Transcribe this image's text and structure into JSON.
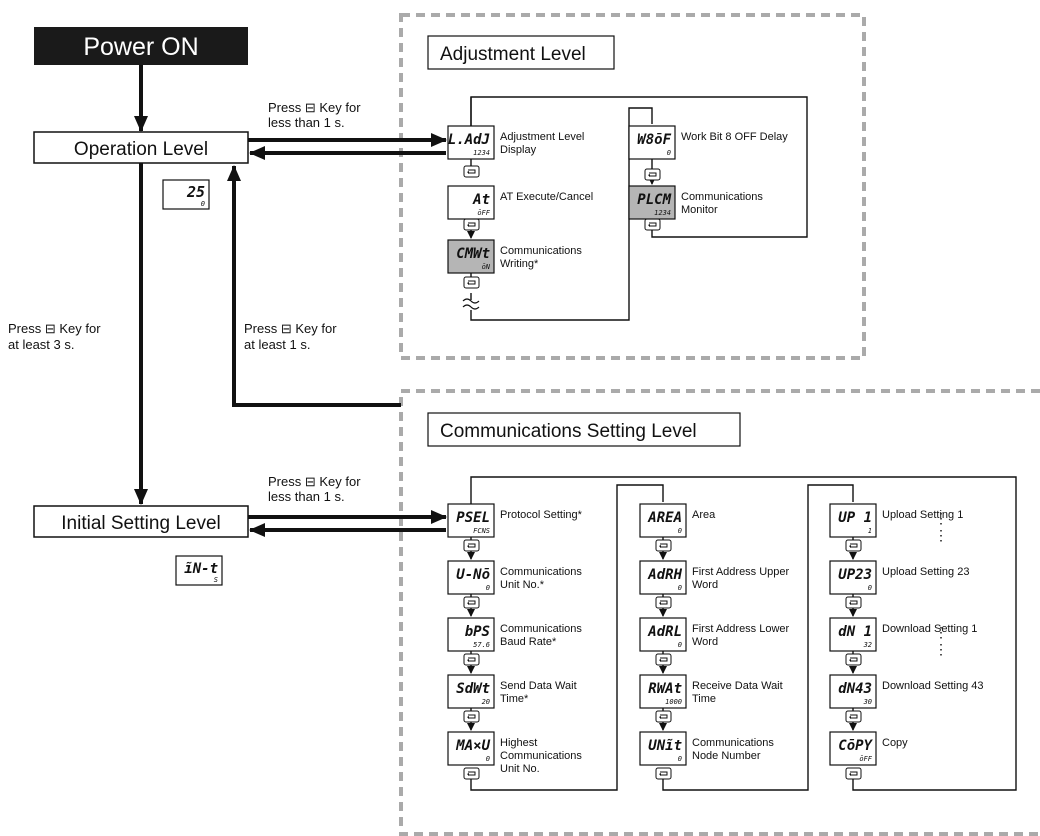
{
  "power_on": "Power ON",
  "levels": {
    "operation": "Operation Level",
    "initial": "Initial Setting Level",
    "adjustment": "Adjustment Level",
    "communications": "Communications Setting Level"
  },
  "operation_display": {
    "main": "25",
    "sub": "0"
  },
  "initial_display": {
    "main": "ĩN-t",
    "sub": "S"
  },
  "key_instructions": {
    "op_to_adj": {
      "l1": "Press ⊟ Key for",
      "l2": "less than 1 s."
    },
    "op_to_init": {
      "l1": "Press ⊟ Key for",
      "l2": "at least 3 s."
    },
    "to_op": {
      "l1": "Press ⊟ Key for",
      "l2": "at least 1 s."
    },
    "init_to_comm": {
      "l1": "Press ⊟ Key for",
      "l2": "less than 1 s."
    }
  },
  "adjustment_items": [
    {
      "main": "L.AdJ",
      "sub": "1234",
      "l1": "Adjustment Level",
      "l2": "Display",
      "gray": false
    },
    {
      "main": "At",
      "sub": "ōFF",
      "l1": "AT Execute/Cancel",
      "l2": "",
      "gray": false
    },
    {
      "main": "CMWt",
      "sub": "ōN",
      "l1": "Communications",
      "l2": "Writing*",
      "gray": true
    },
    {
      "main": "W8ōF",
      "sub": "0",
      "l1": "Work Bit 8 OFF Delay",
      "l2": "",
      "gray": false
    },
    {
      "main": "PLCM",
      "sub": "1234",
      "l1": "Communications",
      "l2": "Monitor",
      "gray": true
    }
  ],
  "comm_items": [
    {
      "main": "PSEL",
      "sub": "FCNS",
      "l1": "Protocol Setting*",
      "l2": "",
      "l3": ""
    },
    {
      "main": "U-Nō",
      "sub": "0",
      "l1": "Communications",
      "l2": "Unit No.*",
      "l3": ""
    },
    {
      "main": "bPS",
      "sub": "57.6",
      "l1": "Communications",
      "l2": "Baud Rate*",
      "l3": ""
    },
    {
      "main": "SdWt",
      "sub": "20",
      "l1": "Send Data Wait",
      "l2": "Time*",
      "l3": ""
    },
    {
      "main": "MA×U",
      "sub": "0",
      "l1": "Highest",
      "l2": "Communications",
      "l3": "Unit No."
    },
    {
      "main": "AREA",
      "sub": "0",
      "l1": "Area",
      "l2": "",
      "l3": ""
    },
    {
      "main": "AdRH",
      "sub": "0",
      "l1": "First Address Upper",
      "l2": "Word",
      "l3": ""
    },
    {
      "main": "AdRL",
      "sub": "0",
      "l1": "First Address Lower",
      "l2": "Word",
      "l3": ""
    },
    {
      "main": "RWAt",
      "sub": "1000",
      "l1": "Receive Data Wait",
      "l2": "Time",
      "l3": ""
    },
    {
      "main": "UNĩt",
      "sub": "0",
      "l1": "Communications",
      "l2": "Node Number",
      "l3": ""
    },
    {
      "main": "UP 1",
      "sub": "1",
      "l1": "Upload Setting 1",
      "l2": "",
      "l3": ""
    },
    {
      "main": "UP23",
      "sub": "0",
      "l1": "Upload Setting 23",
      "l2": "",
      "l3": ""
    },
    {
      "main": "dN 1",
      "sub": "32",
      "l1": "Download Setting 1",
      "l2": "",
      "l3": ""
    },
    {
      "main": "dN43",
      "sub": "30",
      "l1": "Download Setting 43",
      "l2": "",
      "l3": ""
    },
    {
      "main": "CōPY",
      "sub": "ōFF",
      "l1": "Copy",
      "l2": "",
      "l3": ""
    }
  ],
  "ellipsis": "⋮"
}
